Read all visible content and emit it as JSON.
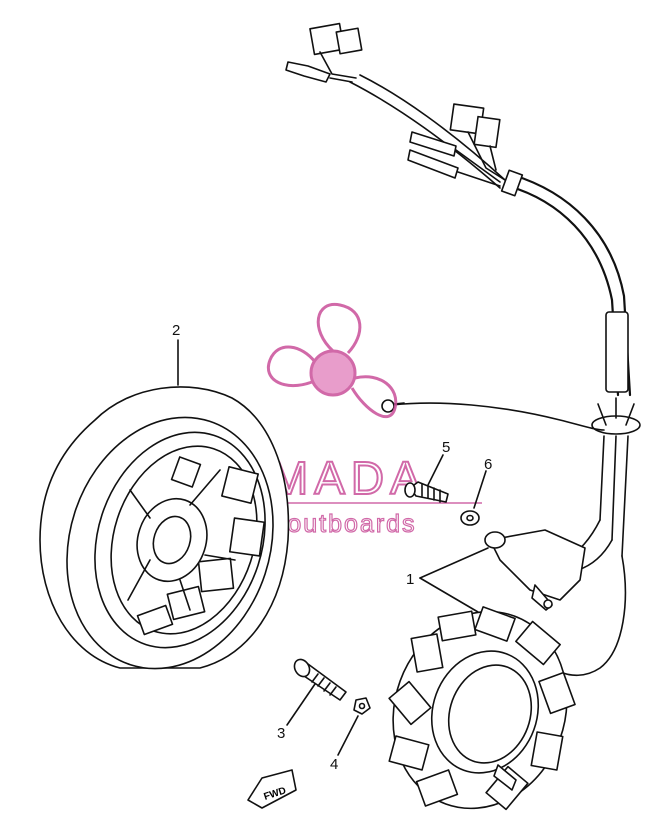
{
  "watermark": {
    "title": "ARMADA",
    "subtitle": "marine outboards",
    "color": "#c94f9a",
    "logo_icon": "propeller-logo-icon"
  },
  "callouts": {
    "c1": "1",
    "c2": "2",
    "c3": "3",
    "c4": "4",
    "c5": "5",
    "c6": "6"
  },
  "fwd_label": "FWD",
  "line_color": "#111111"
}
